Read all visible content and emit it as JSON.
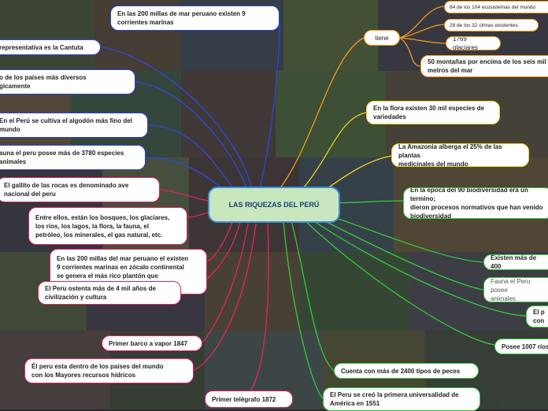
{
  "map": {
    "center": "LAS RIQUEZAS DEL PERÚ",
    "tiene": {
      "label": "tiene",
      "children": [
        "84 de los 104 ecosistemas del mundo",
        "28 de los 32 climas existentes",
        "1769 glaciares",
        "50 montañas por encima de los seis mil\nmetros del mar"
      ]
    },
    "right_nodes": [
      "En la flora existen 30 mil especies de\nvariedades",
      "La Amazonia alberga el 25% de las plantas\nmedicinales del mundo",
      "En la epoca del 90 biodiversidad era un termino;\ndieron procesos normativos que han venido\nbiodiversidad",
      "Existen más de 400",
      "Fauna el Peru posee\nanimales",
      "El p\ncon",
      "Posee 1007 ríos",
      "Cuenta con más de 2400 tipos de peces",
      "El Peru se creó la primera universalidad de\nAmérica en 1551"
    ],
    "left_nodes": [
      "En las 200 millas de mar peruano existen 9\ncorrientes marinas",
      "representativa es la Cantuta",
      "o de los países más diversos\ngicamente",
      "En el Perú se cultiva el algodón más fino del\nmundo",
      "auna el peru posee más de 3780 especies\nanimales",
      "El gallito de las rocas es denominado ave\nnacional del peru",
      "Entre ellos, están los bosques, los glaciares,\nlos ríos, los lagos, la flora, la fauna, el\npetróleo, los minerales, el gas natural, etc.",
      "En las 200 millas del mar peruano el existen\n9 corrientes marinas en zócalo continental\nse genera el más rico plantón que\nalimentan  a 1070 especies de peces",
      "El Peru ostenta más de 4 mil años de\ncivilización y cultura",
      "Primer barco a vapor 1847",
      "Él peru esta dentro de los países del mundo\ncon los Mayores recursos hídricos",
      "Primer telégrafo 1872"
    ]
  },
  "colors": {
    "orange": "#f29b20",
    "yellow": "#e9d51f",
    "green": "#34c93a",
    "blue": "#2e47d8",
    "red": "#e0245e",
    "center_fill": "#c9e7bf",
    "center_border": "#3d8fd8"
  }
}
